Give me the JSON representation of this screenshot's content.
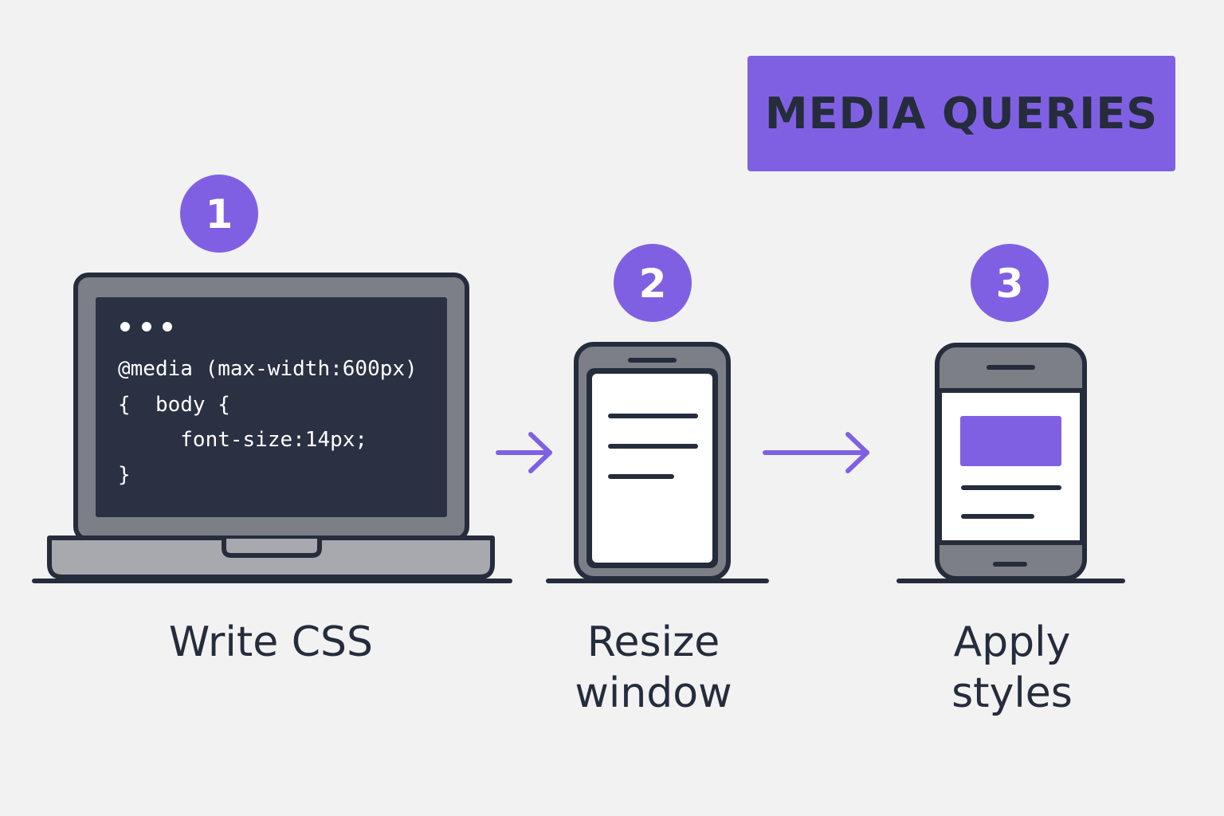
{
  "banner": {
    "title": "MEDIA QUERIES"
  },
  "steps": [
    {
      "number": "1",
      "caption": [
        "Write CSS"
      ],
      "icon": "laptop-icon"
    },
    {
      "number": "2",
      "caption": [
        "Resize",
        "window"
      ],
      "icon": "tablet-icon"
    },
    {
      "number": "3",
      "caption": [
        "Apply",
        "styles"
      ],
      "icon": "phone-icon"
    }
  ],
  "code": {
    "lines": [
      "@media (max-width:600px)",
      "{  body {",
      "     font-size:14px;",
      "}"
    ]
  },
  "colors": {
    "accent": "#8060e2",
    "dark": "#252c3c",
    "device_gray": "#7d7f87",
    "device_light": "#a7a9af",
    "background": "#f2f2f2"
  }
}
